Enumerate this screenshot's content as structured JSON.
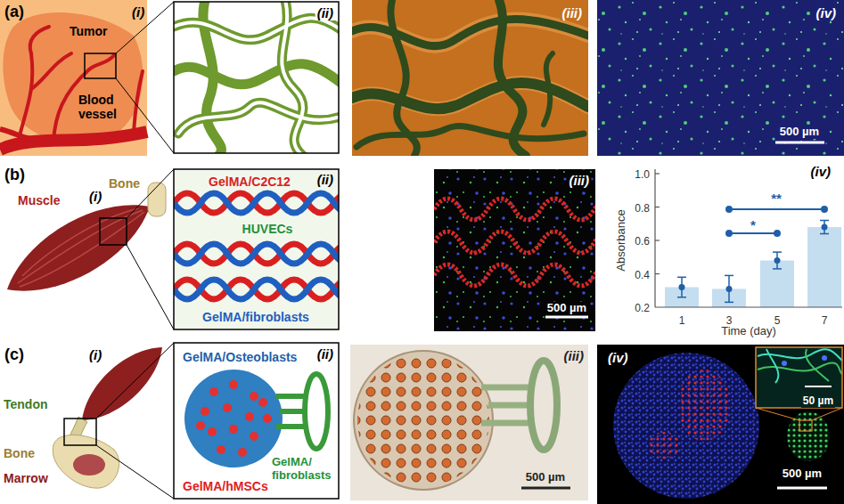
{
  "diagram": {
    "nodes": [
      {
        "text": [
          "(ii)"
        ]
      },
      {
        "text": [
          "(iii)"
        ]
      },
      {
        "text": [
          "(iv)",
          "500 µm"
        ]
      },
      {
        "text": [
          "(ii)",
          "GelMA/C2C12",
          "HUVECs",
          "GelMA/fibroblasts"
        ]
      },
      {
        "text": [
          "(iii)",
          "500 µm"
        ]
      },
      {
        "text": [
          "(iv)"
        ]
      },
      {
        "text": [
          "(ii)",
          "GelMA/Osteoblasts",
          "GelMA/hMSCs",
          "GelMA/ fibroblasts"
        ]
      },
      {
        "text": [
          "(iii)",
          "500 µm"
        ]
      },
      {
        "text": [
          "(iv)",
          "500 µm"
        ]
      },
      {
        "text": [
          "50 µm"
        ],
        "in": 8
      }
    ],
    "labels": [
      "(a)",
      "(i)",
      "Tumor",
      "Blood vessel",
      "(b)",
      "(i)",
      "Muscle",
      "Bone",
      "1.0",
      "0.8",
      "0.6",
      "0.4",
      "0.2",
      "Absorbance",
      "1",
      "3",
      "5",
      "7",
      "Time (day)",
      "**",
      "*",
      "(c)",
      "(i)",
      "Tendon",
      "Bone",
      "Marrow"
    ]
  }
}
